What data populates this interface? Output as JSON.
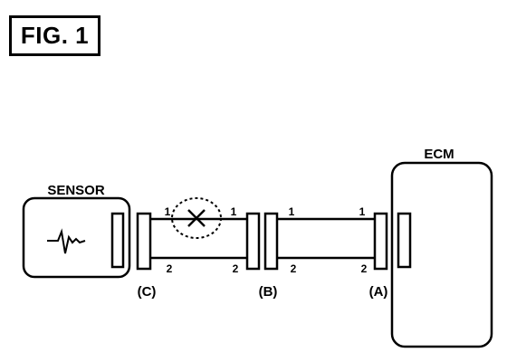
{
  "figure_label": "FIG. 1",
  "sensor": {
    "label": "SENSOR",
    "waveform_icon": "waveform-icon"
  },
  "ecm": {
    "label": "ECM"
  },
  "connectors": {
    "c": "(C)",
    "b": "(B)",
    "a": "(A)"
  },
  "pins": {
    "c_top": "1",
    "c_bottom": "2",
    "b_left_top": "1",
    "b_left_bottom": "2",
    "b_right_top": "1",
    "b_right_bottom": "2",
    "a_top": "1",
    "a_bottom": "2"
  },
  "fault_marker": {
    "icon": "break-x-icon"
  }
}
